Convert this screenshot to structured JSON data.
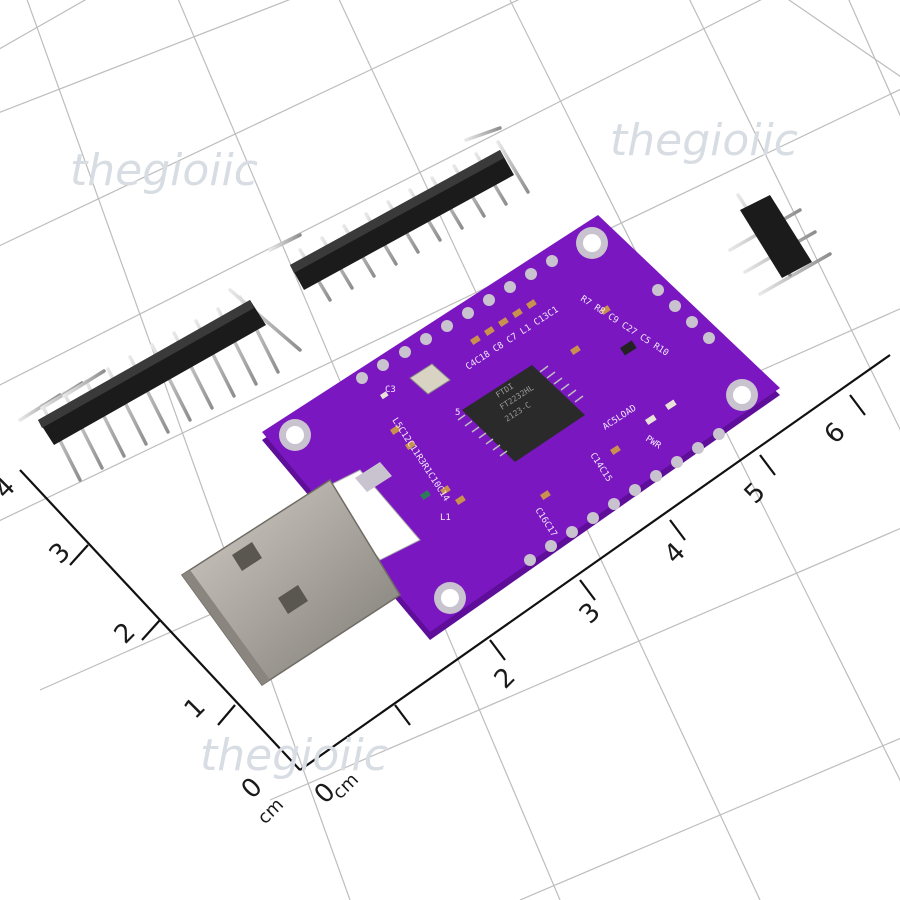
{
  "image": {
    "subject": "FTDI USB breakout board with USB-A plug and pin headers on a cm grid",
    "watermark_text": "thegioiic",
    "ruler": {
      "unit": "cm",
      "zero_label_left": "0",
      "zero_label_right": "0",
      "left_axis_labels": [
        "1",
        "2",
        "3",
        "4"
      ],
      "bottom_axis_labels": [
        "2",
        "3",
        "4",
        "5",
        "6"
      ]
    },
    "chip": {
      "brand": "FTDI",
      "lines": [
        "FT2232HL",
        "2123-C"
      ]
    },
    "silkscreen": {
      "top_group": "C4C18 C8 C7 L1 C13C1",
      "right_group": "R7 R8 C9 C27 C5 R10",
      "left_vertical": "L5C12C11R3R1C10C14",
      "bottom_left": "C16C17",
      "bottom_mid": "C14C15",
      "mid_right": "AC5LOAD",
      "pwr": "PWR",
      "pin5": "5",
      "l1": "L1",
      "c3": "C3"
    },
    "colors": {
      "board": "#7a17c0",
      "board_edge": "#5e0e99",
      "pad": "#c9c2cf",
      "chip": "#2a2a2a",
      "usb_metal": "#a9a59e",
      "header_plastic": "#1b1b1b",
      "pins": "#c4c4c4",
      "grid": "#bdbdbd"
    }
  }
}
